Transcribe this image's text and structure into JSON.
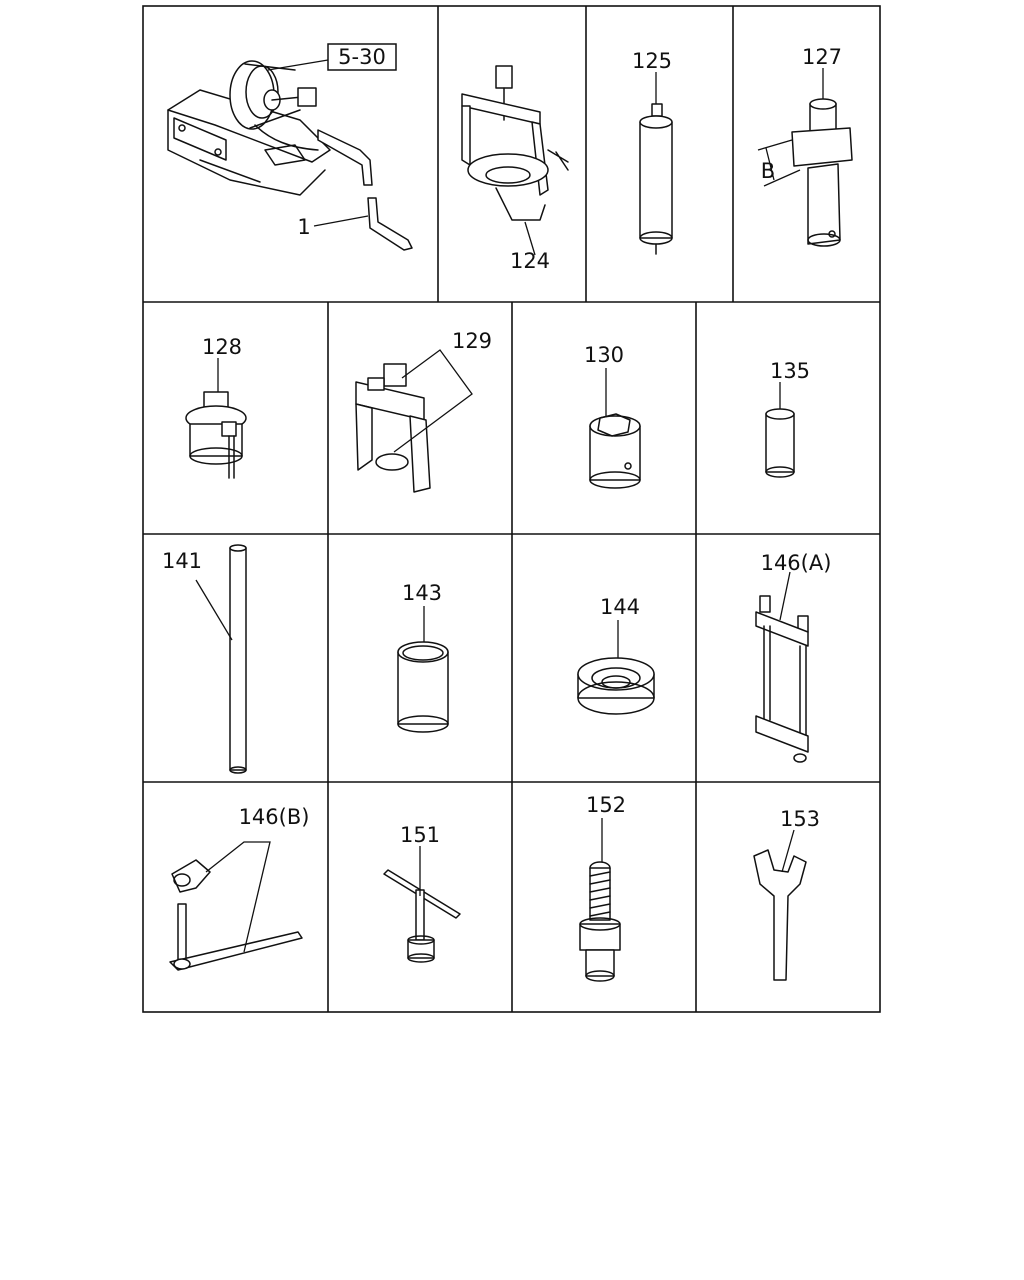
{
  "diagram": {
    "ref_box": "5-30",
    "labels": {
      "p1": "1",
      "p124": "124",
      "p125": "125",
      "p127": "127",
      "p127_dim": "B",
      "p128": "128",
      "p129": "129",
      "p130": "130",
      "p135": "135",
      "p141": "141",
      "p143": "143",
      "p144": "144",
      "p146a": "146(A)",
      "p146b": "146(B)",
      "p151": "151",
      "p152": "152",
      "p153": "153"
    }
  }
}
